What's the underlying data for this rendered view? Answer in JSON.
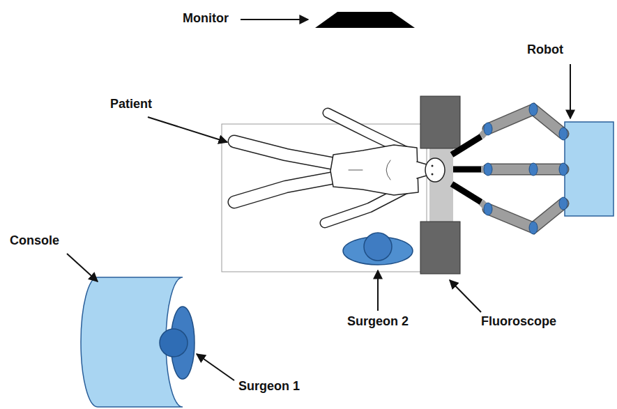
{
  "diagram": {
    "labels": [
      "Monitor",
      "Robot",
      "Patient",
      "Console",
      "Surgeon 2",
      "Fluoroscope",
      "Surgeon 1"
    ]
  }
}
